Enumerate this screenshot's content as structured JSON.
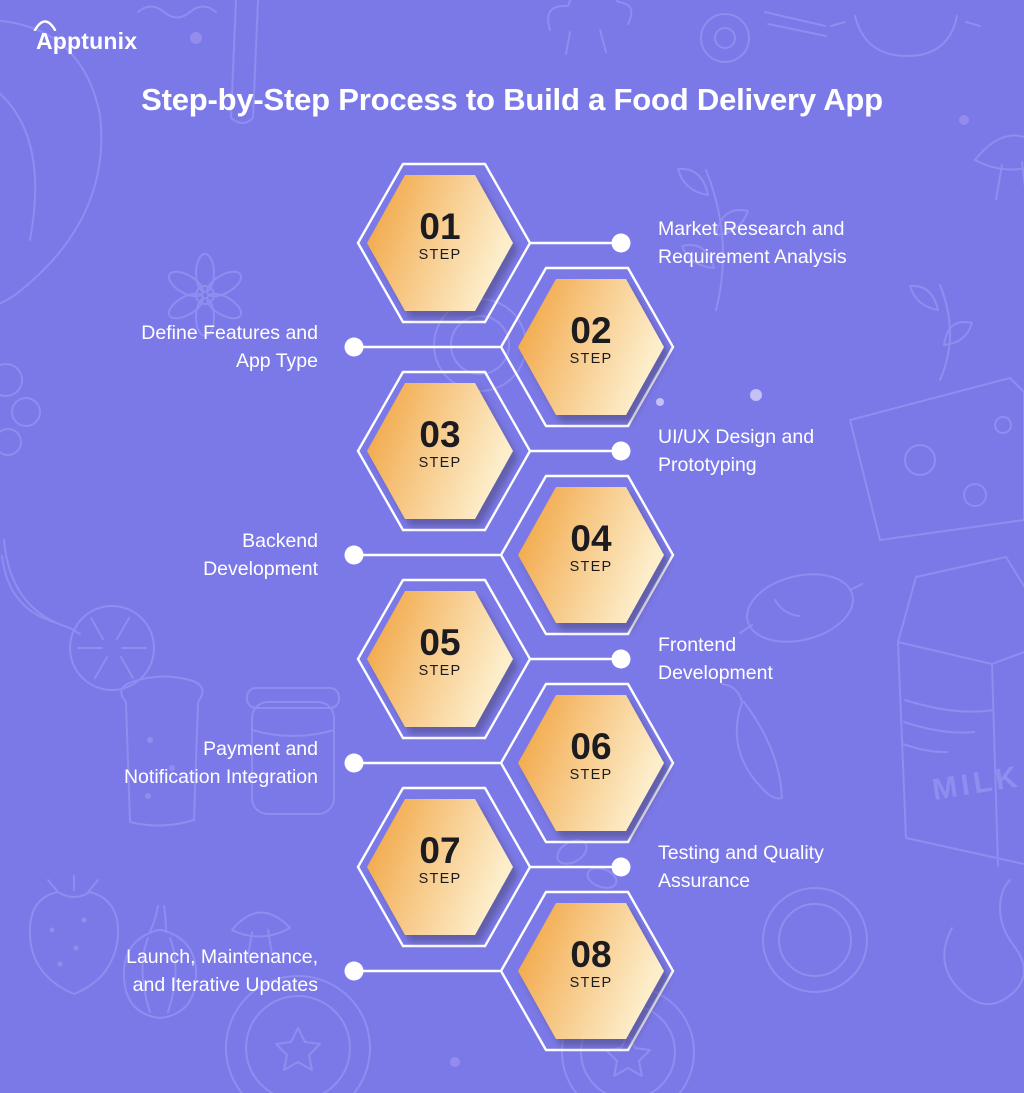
{
  "brand": {
    "logo_text": "Apptunix"
  },
  "title": "Step-by-Step Process to Build a Food Delivery App",
  "step_word": "STEP",
  "steps": [
    {
      "number": "01",
      "label": "Market Research and Requirement Analysis",
      "lines": [
        "Market Research and",
        "Requirement Analysis"
      ],
      "label_side": "right"
    },
    {
      "number": "02",
      "label": "Define Features and App Type",
      "lines": [
        "Define Features and",
        "App Type"
      ],
      "label_side": "left"
    },
    {
      "number": "03",
      "label": "UI/UX Design and Prototyping",
      "lines": [
        "UI/UX Design and",
        "Prototyping"
      ],
      "label_side": "right"
    },
    {
      "number": "04",
      "label": "Backend Development",
      "lines": [
        "Backend",
        "Development"
      ],
      "label_side": "left"
    },
    {
      "number": "05",
      "label": "Frontend Development",
      "lines": [
        "Frontend",
        "Development"
      ],
      "label_side": "right"
    },
    {
      "number": "06",
      "label": "Payment and Notification Integration",
      "lines": [
        "Payment and",
        "Notification Integration"
      ],
      "label_side": "left"
    },
    {
      "number": "07",
      "label": "Testing and Quality Assurance",
      "lines": [
        "Testing and Quality",
        "Assurance"
      ],
      "label_side": "right"
    },
    {
      "number": "08",
      "label": "Launch, Maintenance, and Iterative Updates",
      "lines": [
        "Launch, Maintenance,",
        "and Iterative Updates"
      ],
      "label_side": "left"
    }
  ],
  "background": {
    "milk_label": "MILK"
  },
  "colors": {
    "background": "#7b79e7",
    "doodle": "#8f8df0",
    "hex_gradient_start": "#f1a038",
    "hex_gradient_mid": "#f6c47e",
    "hex_gradient_end": "#fdeecb",
    "step_number_text": "#1b1b20",
    "label_text": "#ffffff",
    "line_stroke": "#ffffff"
  }
}
